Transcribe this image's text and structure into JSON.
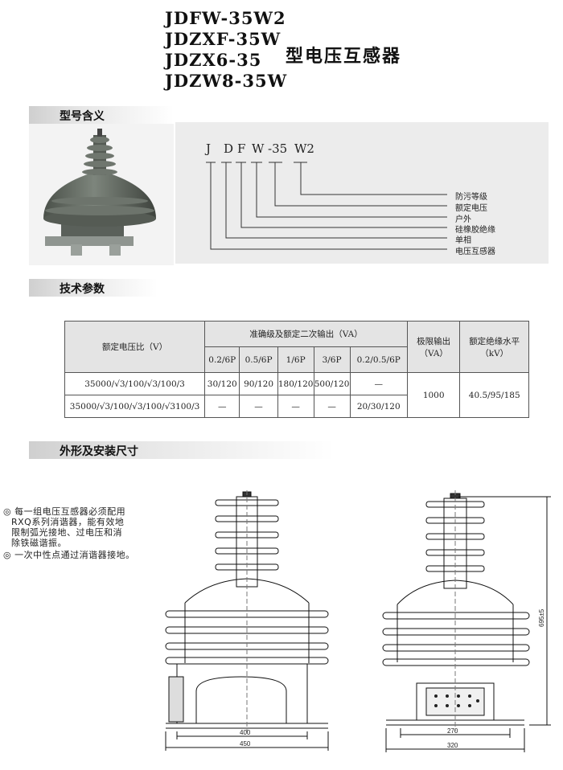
{
  "header": {
    "models": [
      "JDFW-35W2",
      "JDZXF-35W",
      "JDZX6-35",
      "JDZW8-35W"
    ],
    "product_name": "型电压互感器"
  },
  "sections": {
    "model_meaning": "型号含义",
    "tech_params": "技术参数",
    "dimensions": "外形及安装尺寸"
  },
  "model_code": {
    "letters": [
      "J",
      "D",
      "F",
      "W",
      "-35",
      "W2"
    ],
    "legend": [
      "防污等级",
      "额定电压",
      "户外",
      "硅橡胶绝缘",
      "单相",
      "电压互感器"
    ]
  },
  "spec_table": {
    "col_ratio": "额定电压比（V）",
    "col_accuracy": "准确级及额定二次输出（VA）",
    "accuracy_classes": [
      "0.2/6P",
      "0.5/6P",
      "1/6P",
      "3/6P",
      "0.2/0.5/6P"
    ],
    "col_limit": "极限输出（VA）",
    "col_insulation": "额定绝缘水平（kV）",
    "rows": [
      {
        "ratio": "35000/√3/100/√3/100/3",
        "values": [
          "30/120",
          "90/120",
          "180/120",
          "500/120",
          "—"
        ]
      },
      {
        "ratio": "35000/√3/100/√3/100/√3100/3",
        "values": [
          "—",
          "—",
          "—",
          "—",
          "20/30/120"
        ]
      }
    ],
    "limit_output": "1000",
    "insulation_level": "40.5/95/185"
  },
  "notes": [
    "◎ 每一组电压互感器必须配用",
    "RXQ系列消谐器，能有效地",
    "限制弧光接地、过电压和消",
    "除铁磁谐振。",
    "◎ 一次中性点通过消谐器接地。"
  ],
  "dimensions": {
    "front_inner_width": "400",
    "front_outer_width": "450",
    "side_inner_width": "270",
    "side_outer_width": "320",
    "height": "695±5"
  }
}
